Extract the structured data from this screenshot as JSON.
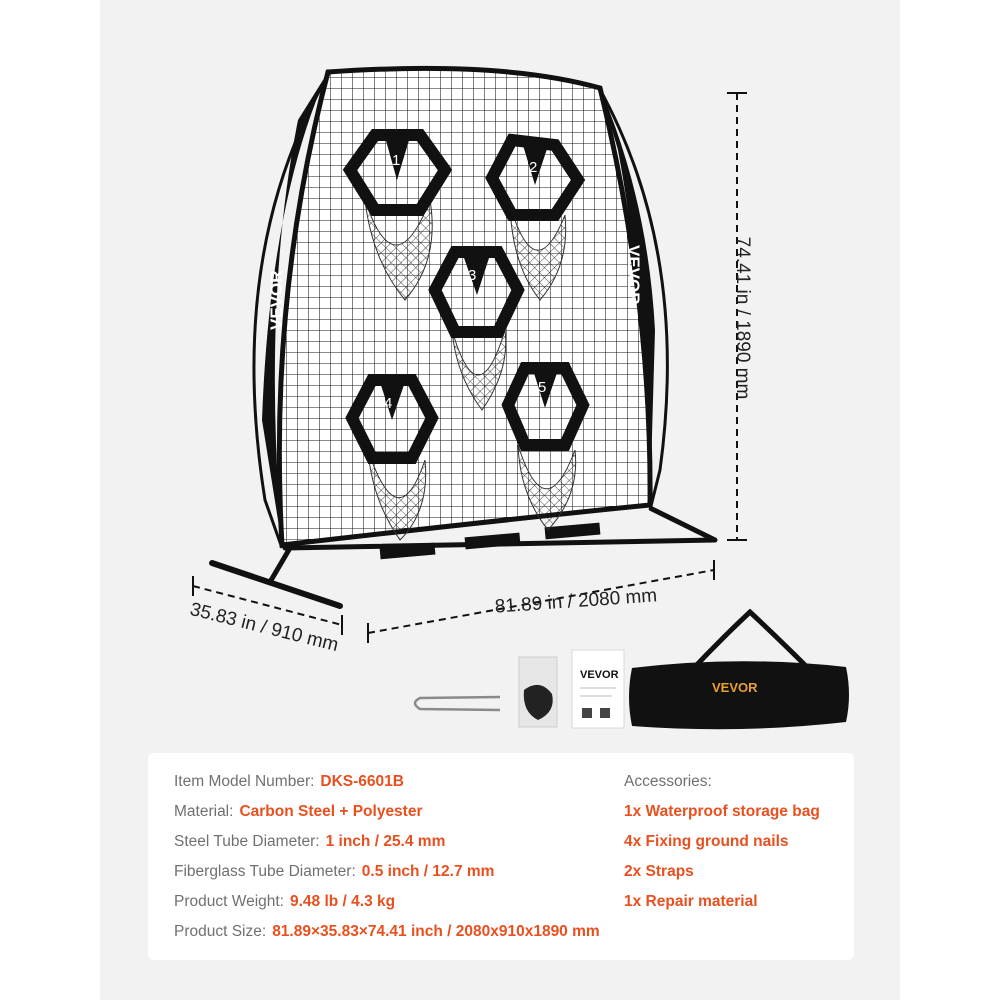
{
  "brand": "VEVOR",
  "targets": [
    "1",
    "2",
    "3",
    "4",
    "5"
  ],
  "dimensions": {
    "height": "74.41 in / 1890 mm",
    "width": "81.89 in / 2080 mm",
    "depth": "35.83 in / 910 mm"
  },
  "specs": [
    {
      "label": "Item Model Number:",
      "value": "DKS-6601B"
    },
    {
      "label": "Material:",
      "value": "Carbon Steel + Polyester"
    },
    {
      "label": "Steel Tube Diameter:",
      "value": "1 inch / 25.4 mm"
    },
    {
      "label": "Fiberglass Tube Diameter:",
      "value": "0.5 inch / 12.7 mm"
    },
    {
      "label": "Product Weight:",
      "value": "9.48 lb / 4.3 kg"
    },
    {
      "label": "Product Size:",
      "value": "81.89×35.83×74.41 inch / 2080x910x1890 mm"
    }
  ],
  "accessories": {
    "title": "Accessories:",
    "items": [
      "1x Waterproof storage bag",
      "4x Fixing ground nails",
      "2x Straps",
      "1x Repair material"
    ]
  },
  "colors": {
    "accent": "#e8501f",
    "panel": "#f2f2f2",
    "frame": "#111111"
  }
}
